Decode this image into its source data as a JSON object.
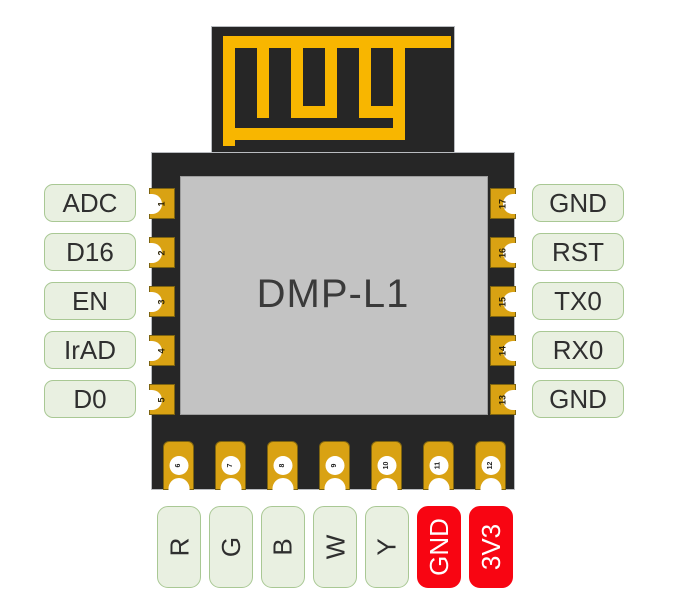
{
  "module": {
    "name": "DMP-L1",
    "board_color": "#262626",
    "shield_color": "#c3c3c3",
    "pad_color": "#d9a213",
    "antenna_color": "#f8b600"
  },
  "pins": {
    "left": [
      {
        "num": "1",
        "label": "ADC"
      },
      {
        "num": "2",
        "label": "D16"
      },
      {
        "num": "3",
        "label": "EN"
      },
      {
        "num": "4",
        "label": "IrAD"
      },
      {
        "num": "5",
        "label": "D0"
      }
    ],
    "right": [
      {
        "num": "17",
        "label": "GND"
      },
      {
        "num": "16",
        "label": "RST"
      },
      {
        "num": "15",
        "label": "TX0"
      },
      {
        "num": "14",
        "label": "RX0"
      },
      {
        "num": "13",
        "label": "GND"
      }
    ],
    "bottom": [
      {
        "num": "6",
        "label": "R",
        "style": "green"
      },
      {
        "num": "7",
        "label": "G",
        "style": "green"
      },
      {
        "num": "8",
        "label": "B",
        "style": "green"
      },
      {
        "num": "9",
        "label": "W",
        "style": "green"
      },
      {
        "num": "10",
        "label": "Y",
        "style": "green"
      },
      {
        "num": "11",
        "label": "GND",
        "style": "red"
      },
      {
        "num": "12",
        "label": "3V3",
        "style": "red"
      }
    ]
  },
  "colors": {
    "pill_fill": "#e9f0e1",
    "pill_border": "#a9c894",
    "pill_text": "#2f2f2f",
    "power_fill": "#f80512",
    "power_text": "#ffffff"
  }
}
